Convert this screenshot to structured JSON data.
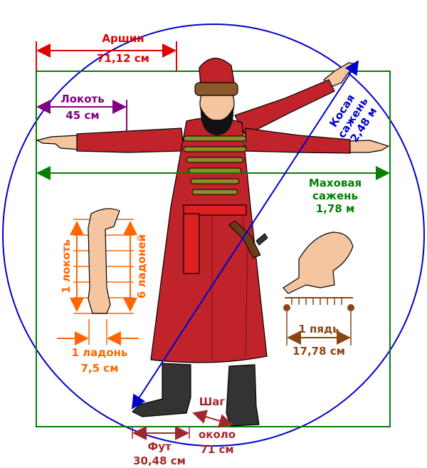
{
  "colors": {
    "red": "#e00000",
    "purple": "#800080",
    "green": "#008000",
    "blue": "#0000cc",
    "orange": "#ff6600",
    "brown": "#8b4513",
    "maroon": "#a0282d",
    "coat": "#c0232a"
  },
  "labels": {
    "arshin": "Аршин",
    "arshin_value": "71,12 см",
    "lokot": "Локоть",
    "lokot_value": "45 см",
    "kosaya_1": "Косая",
    "kosaya_2": "сажень",
    "kosaya_value": "2,48 м",
    "makhovaya_1": "Маховая",
    "makhovaya_2": "сажень",
    "makhovaya_value": "1,78 м",
    "one_lokot": "1 локоть",
    "six_ladoney": "6 ладоней",
    "one_ladon": "1 ладонь",
    "ladon_value": "7,5 см",
    "one_pyad": "1 пядь",
    "pyad_value": "17,78 см",
    "shag": "Шаг",
    "okolo": "около",
    "shag_value": "71 см",
    "fut": "Фут",
    "fut_value": "30,48 см"
  }
}
